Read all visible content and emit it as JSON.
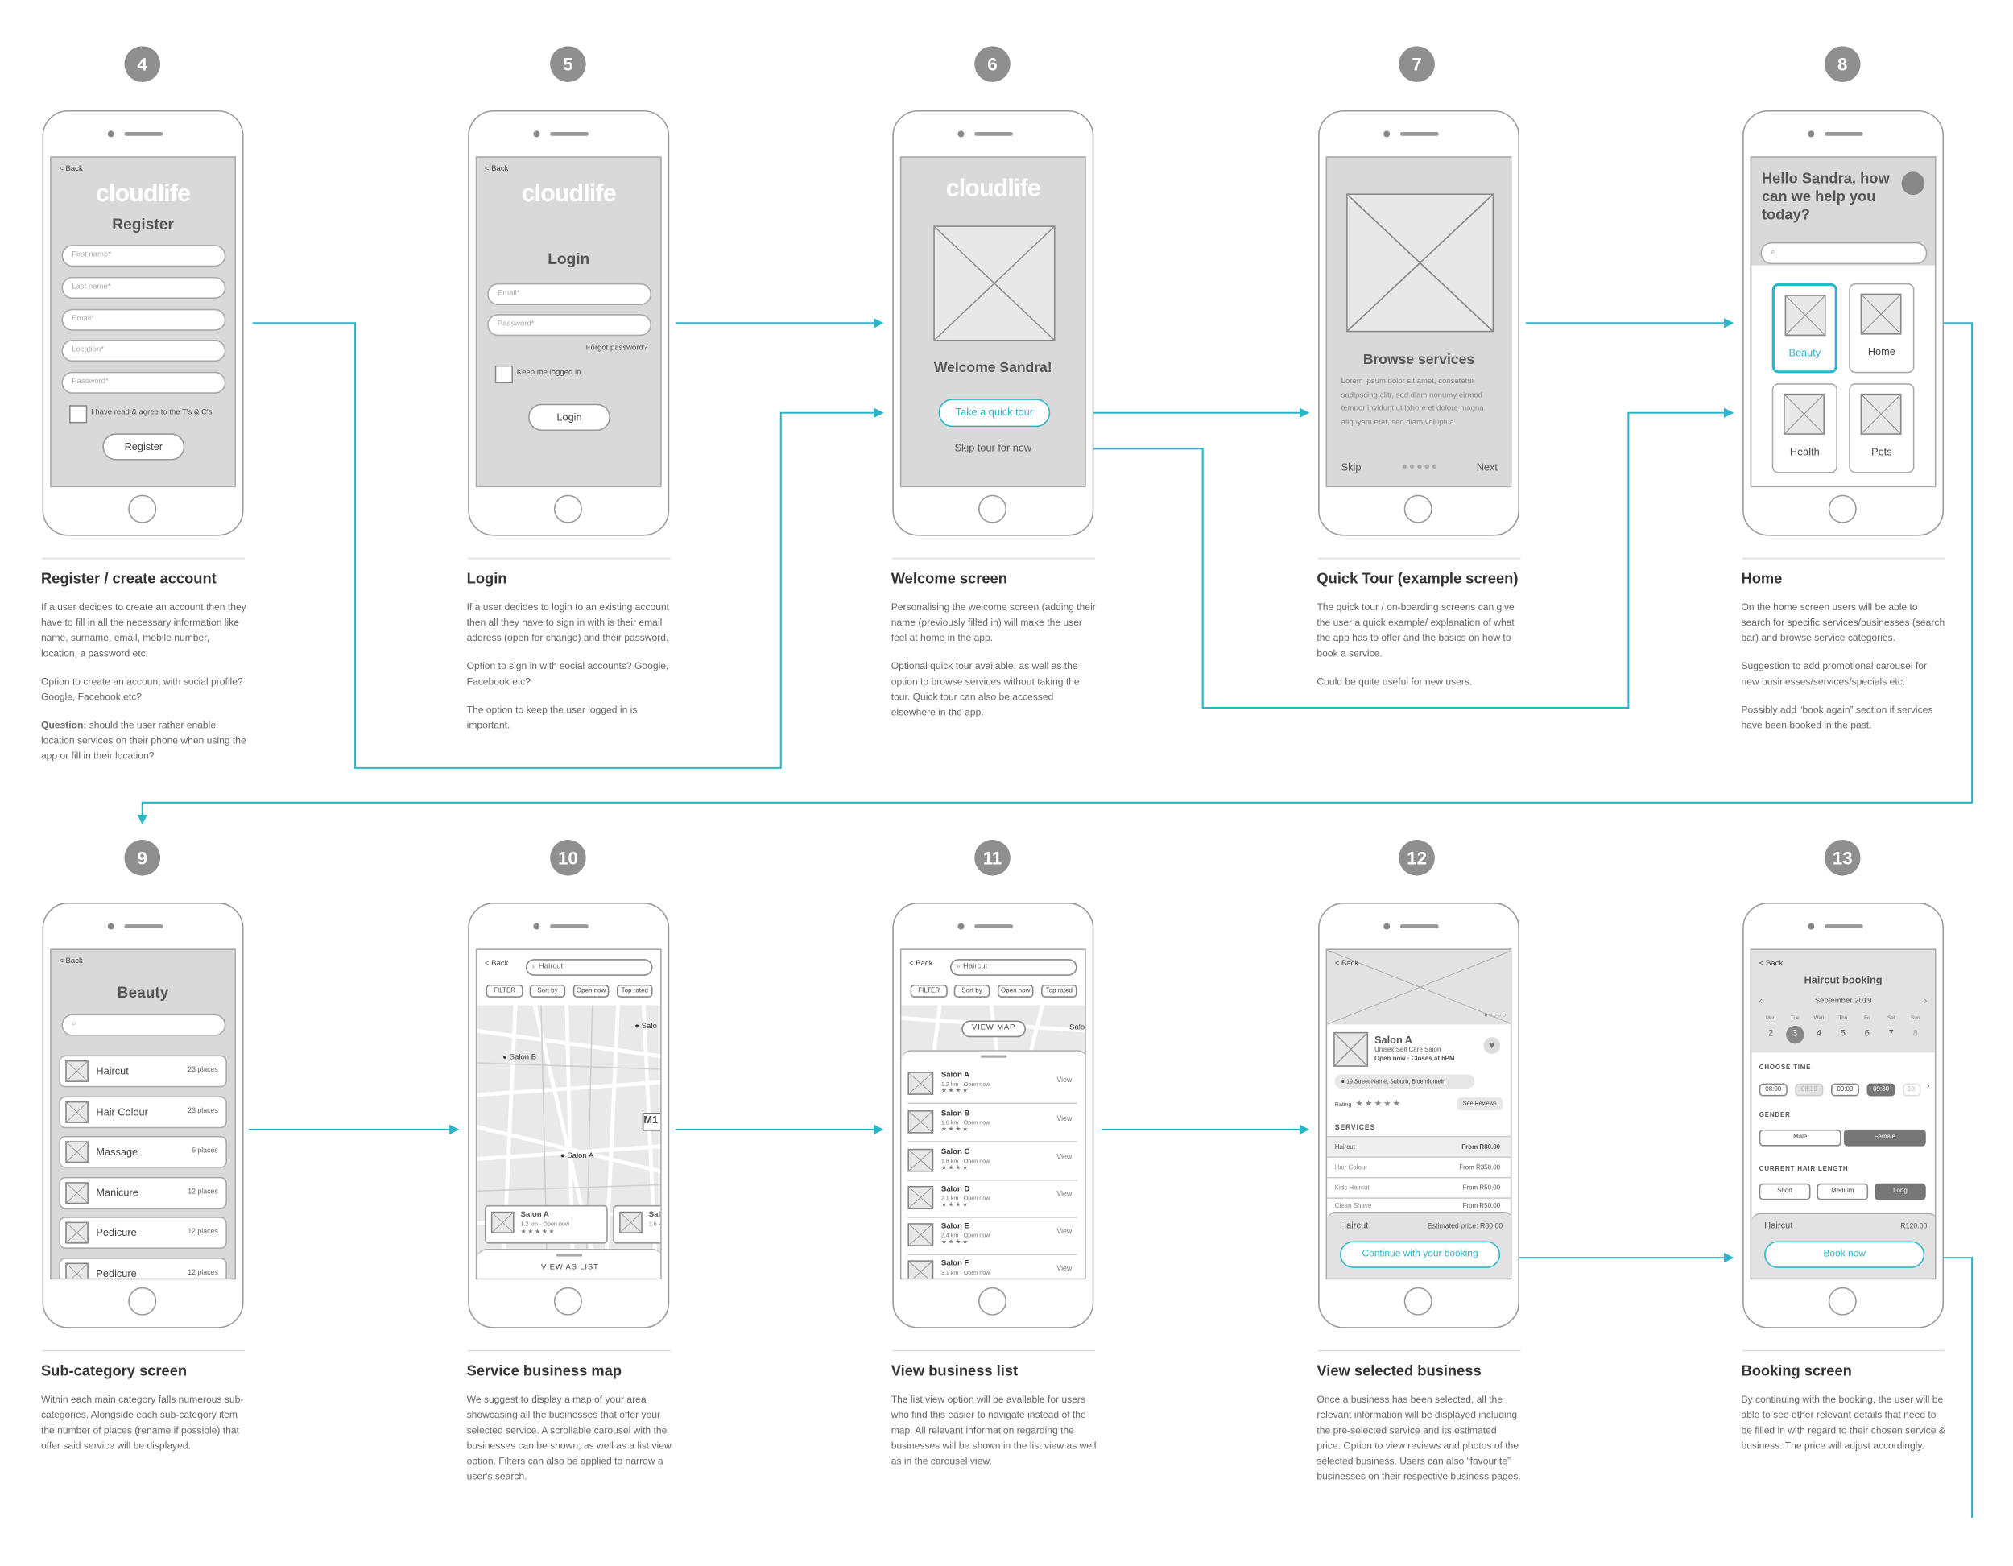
{
  "brand": {
    "accent": "#2bb5c8",
    "logo_text": "cloudlife"
  },
  "steps": [
    {
      "number": "4",
      "title": "Register / create account",
      "paragraphs": [
        "If a user decides to create an account then they have to fill in all the necessary information like name, surname, email, mobile number, location, a password etc.",
        "Option to create an account with social profile? Google, Facebook etc?"
      ],
      "question_label": "Question:",
      "question_text": " should the user rather enable location services on their phone when using the app or fill in their location?"
    },
    {
      "number": "5",
      "title": "Login",
      "paragraphs": [
        "If a user decides to login to an existing account then all they have to sign in with is their email address (open for change) and their password.",
        "Option to sign in with social accounts? Google, Facebook etc?",
        "The option to keep the user logged in is important."
      ]
    },
    {
      "number": "6",
      "title": "Welcome screen",
      "paragraphs": [
        "Personalising the welcome screen (adding their name (previously filled in) will make the user feel at home in the app.",
        "Optional quick tour available, as well as the option to browse services without taking the tour. Quick tour can also be accessed elsewhere in the app."
      ]
    },
    {
      "number": "7",
      "title": "Quick Tour (example screen)",
      "paragraphs": [
        "The quick tour / on-boarding screens can give the user a quick example/ explanation of what the app has to offer and the basics on how to book a service.",
        "Could be quite useful for new users."
      ]
    },
    {
      "number": "8",
      "title": "Home",
      "paragraphs": [
        "On the home screen users will be able to search for specific services/businesses (search bar) and browse service categories.",
        "Suggestion to add promotional carousel for new businesses/services/specials etc.",
        "Possibly add “book again” section if services have been booked in the past."
      ]
    },
    {
      "number": "9",
      "title": "Sub-category screen",
      "paragraphs": [
        "Within each main category falls numerous sub-categories. Alongside each sub-category item the number of places (rename if possible) that offer said service will be displayed."
      ]
    },
    {
      "number": "10",
      "title": "Service business map",
      "paragraphs": [
        "We suggest to display a map of your area showcasing all the businesses that offer your selected service. A scrollable carousel with the businesses can be shown, as well as a list view option. Filters can also be applied to narrow a user's search."
      ]
    },
    {
      "number": "11",
      "title": "View business list",
      "paragraphs": [
        "The list view option will be available for users who find this easier to navigate instead of the map. All relevant information regarding the businesses will be shown in the list view as well as in the carousel view."
      ]
    },
    {
      "number": "12",
      "title": "View selected business",
      "paragraphs": [
        "Once a business has been selected, all the relevant information will be displayed including the pre-selected service and its estimated price. Option to view reviews and photos of the selected business. Users can also “favourite” businesses on their respective business pages."
      ]
    },
    {
      "number": "13",
      "title": "Booking screen",
      "paragraphs": [
        "By continuing with the booking, the user will be able to see other relevant details that need to be filled in with regard to their chosen service & business. The price will adjust accordingly."
      ]
    }
  ],
  "register_screen": {
    "back": "< Back",
    "title": "Register",
    "fields": [
      "First name*",
      "Last name*",
      "Email*",
      "Location*",
      "Password*"
    ],
    "agree": "I have read & agree to the T's & C's",
    "button": "Register"
  },
  "login_screen": {
    "back": "< Back",
    "title": "Login",
    "fields": [
      "Email*",
      "Password*"
    ],
    "forgot": "Forgot password?",
    "keep": "Keep me logged in",
    "button": "Login"
  },
  "welcome_screen": {
    "greeting": "Welcome Sandra!",
    "tour_button": "Take a quick tour",
    "skip": "Skip tour for now"
  },
  "tour_screen": {
    "title": "Browse services",
    "body": "Lorem ipsum dolor sit amet, consetetur sadipscing elitr, sed diam nonumy eirmod tempor invidunt ut labore et dolore magna aliquyam erat, sed diam voluptua.",
    "skip": "Skip",
    "next": "Next"
  },
  "home_screen": {
    "greeting": "Hello Sandra, how can we help you today?",
    "categories": [
      "Beauty",
      "Home",
      "Health",
      "Pets"
    ]
  },
  "subcat_screen": {
    "back": "< Back",
    "title": "Beauty",
    "items": [
      {
        "label": "Haircut",
        "count": "23 places"
      },
      {
        "label": "Hair Colour",
        "count": "23 places"
      },
      {
        "label": "Massage",
        "count": "6 places"
      },
      {
        "label": "Manicure",
        "count": "12 places"
      },
      {
        "label": "Pedicure",
        "count": "12 places"
      },
      {
        "label": "Pedicure",
        "count": "12 places"
      }
    ]
  },
  "map_screen": {
    "back": "< Back",
    "search": "Haircut",
    "filters": [
      "FILTER",
      "Sort by",
      "Open now",
      "Top rated"
    ],
    "pins": [
      "Salon B",
      "Salon A",
      "Salo"
    ],
    "road": "M1",
    "card_name": "Salon A",
    "card_sub": "1.2 km · Open now",
    "card2_name": "Salo",
    "card2_sub": "3.6 k",
    "list_button": "VIEW AS LIST"
  },
  "list_screen": {
    "back": "< Back",
    "search": "Haircut",
    "filters": [
      "FILTER",
      "Sort by",
      "Open now",
      "Top rated"
    ],
    "map_button": "VIEW MAP",
    "map_pin": "Salo",
    "items": [
      {
        "name": "Salon A",
        "sub": "1.2 km · Open now"
      },
      {
        "name": "Salon B",
        "sub": "1.6 km · Open now"
      },
      {
        "name": "Salon C",
        "sub": "1.8 km · Open now"
      },
      {
        "name": "Salon D",
        "sub": "2.1 km · Open now"
      },
      {
        "name": "Salon E",
        "sub": "2.4 km · Open now"
      },
      {
        "name": "Salon F",
        "sub": "3.1 km · Open now"
      }
    ],
    "view": "View"
  },
  "business_screen": {
    "back": "< Back",
    "name": "Salon A",
    "type": "Unisex Self Care Salon",
    "hours": "Open now · Closes at 6PM",
    "address": "19 Street Name, Suburb, Bloemfontein",
    "rating_label": "Rating",
    "reviews_button": "See Reviews",
    "services_header": "SERVICES",
    "services": [
      {
        "name": "Haircut",
        "price": "From R80.00"
      },
      {
        "name": "Hair Colour",
        "price": "From R350.00"
      },
      {
        "name": "Kids Haircut",
        "price": "From R50.00"
      },
      {
        "name": "Clean Shave",
        "price": "From R50.00"
      }
    ],
    "summary_service": "Haircut",
    "summary_price": "Estimated price: R80.00",
    "continue": "Continue with your booking"
  },
  "booking_screen": {
    "back": "< Back",
    "title": "Haircut booking",
    "month": "September 2019",
    "weekdays": [
      "Mon",
      "Tue",
      "Wed",
      "Thu",
      "Fri",
      "Sat",
      "Sun"
    ],
    "days": [
      "2",
      "3",
      "4",
      "5",
      "6",
      "7",
      "8"
    ],
    "time_label": "CHOOSE TIME",
    "times": [
      "08:00",
      "08:30",
      "09:00",
      "09:30",
      "10:"
    ],
    "gender_label": "GENDER",
    "genders": [
      "Male",
      "Female"
    ],
    "hair_label": "CURRENT HAIR LENGTH",
    "lengths": [
      "Short",
      "Medium",
      "Long"
    ],
    "summary_service": "Haircut",
    "summary_price": "R120.00",
    "book": "Book now"
  }
}
